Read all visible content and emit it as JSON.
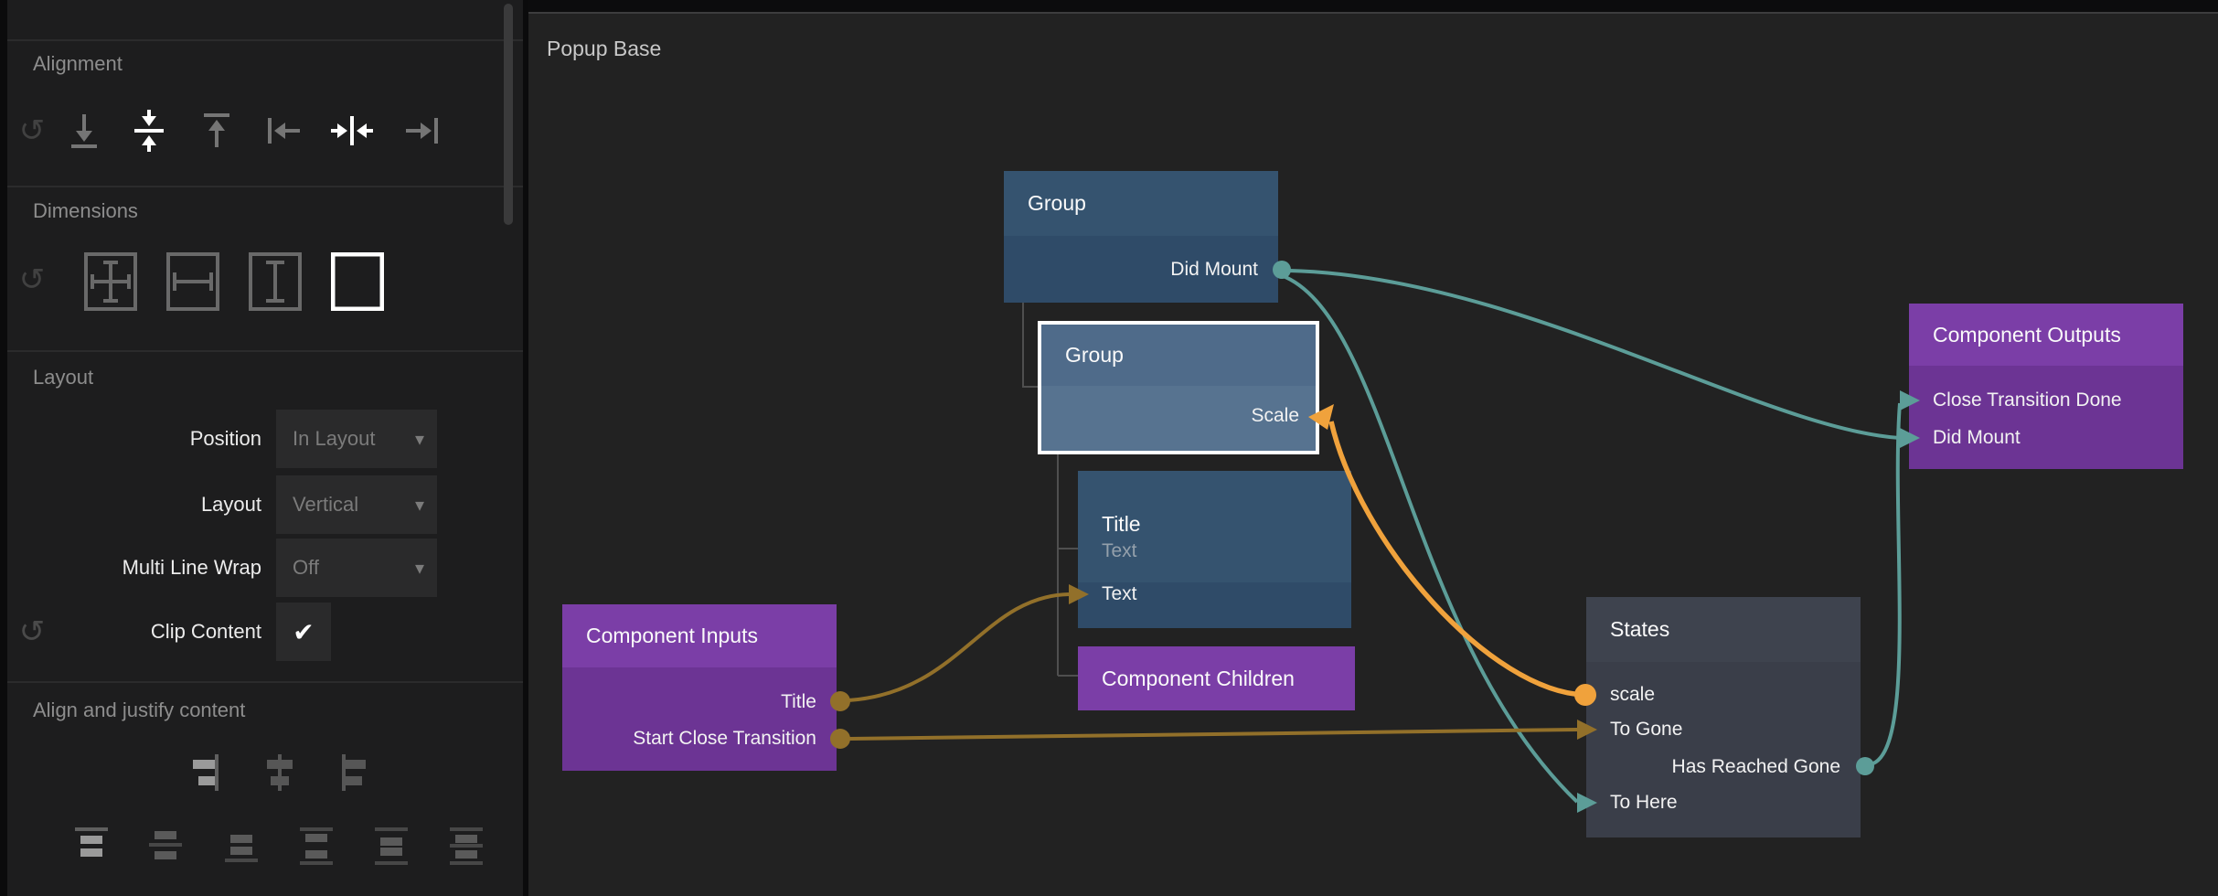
{
  "app": {
    "canvas_title": "Popup Base"
  },
  "icons": {
    "reset": "↺",
    "caret": "▾",
    "check": "✔"
  },
  "colors": {
    "teal": "#5C9D98",
    "gold": "#92702A",
    "orange": "#F0A23C",
    "tree_line": "#4F4F4F",
    "node_blue": "#2F4B68",
    "node_blue_header": "#35536F",
    "node_blue_selected": "#577390",
    "node_purple": "#6C3494",
    "node_purple_header": "#7B3EA7",
    "node_gray": "#3A3E49",
    "node_gray_header": "#3E434E",
    "selection_border": "#FFFFFF"
  },
  "sidebar": {
    "alignment": {
      "title": "Alignment",
      "icons": [
        "reset",
        "align-bottom",
        "align-vertical-center",
        "align-top",
        "align-left",
        "align-horizontal-center",
        "align-right"
      ],
      "active": [
        "align-vertical-center",
        "align-horizontal-center"
      ]
    },
    "dimensions": {
      "title": "Dimensions",
      "icons": [
        "reset",
        "size-both",
        "size-horizontal",
        "size-vertical",
        "size-none"
      ],
      "active": [
        "size-none"
      ]
    },
    "layout": {
      "title": "Layout",
      "position_label": "Position",
      "position_value": "In Layout",
      "layout_label": "Layout",
      "layout_value": "Vertical",
      "wrap_label": "Multi Line Wrap",
      "wrap_value": "Off",
      "clip_label": "Clip Content",
      "clip_checked": true
    },
    "align_justify": {
      "title": "Align and justify content",
      "row1_icons": [
        "justify-end",
        "justify-center",
        "justify-start"
      ],
      "row2_icons": [
        "content-start",
        "content-center",
        "content-end",
        "content-space-between",
        "content-space-around",
        "content-space-evenly"
      ],
      "active": [
        "content-start"
      ]
    }
  },
  "nodes": {
    "group_top": {
      "title": "Group",
      "port_did_mount": "Did Mount"
    },
    "group_selected": {
      "title": "Group",
      "port_scale": "Scale"
    },
    "title": {
      "title": "Title",
      "subtitle": "Text",
      "port_text": "Text"
    },
    "component_children": {
      "title": "Component Children"
    },
    "component_inputs": {
      "title": "Component Inputs",
      "port_title": "Title",
      "port_start_close_transition": "Start Close Transition"
    },
    "states": {
      "title": "States",
      "port_scale": "scale",
      "port_to_gone": "To Gone",
      "port_has_reached_gone": "Has Reached Gone",
      "port_to_here": "To Here"
    },
    "component_outputs": {
      "title": "Component Outputs",
      "port_close_transition_done": "Close Transition Done",
      "port_did_mount": "Did Mount"
    }
  }
}
